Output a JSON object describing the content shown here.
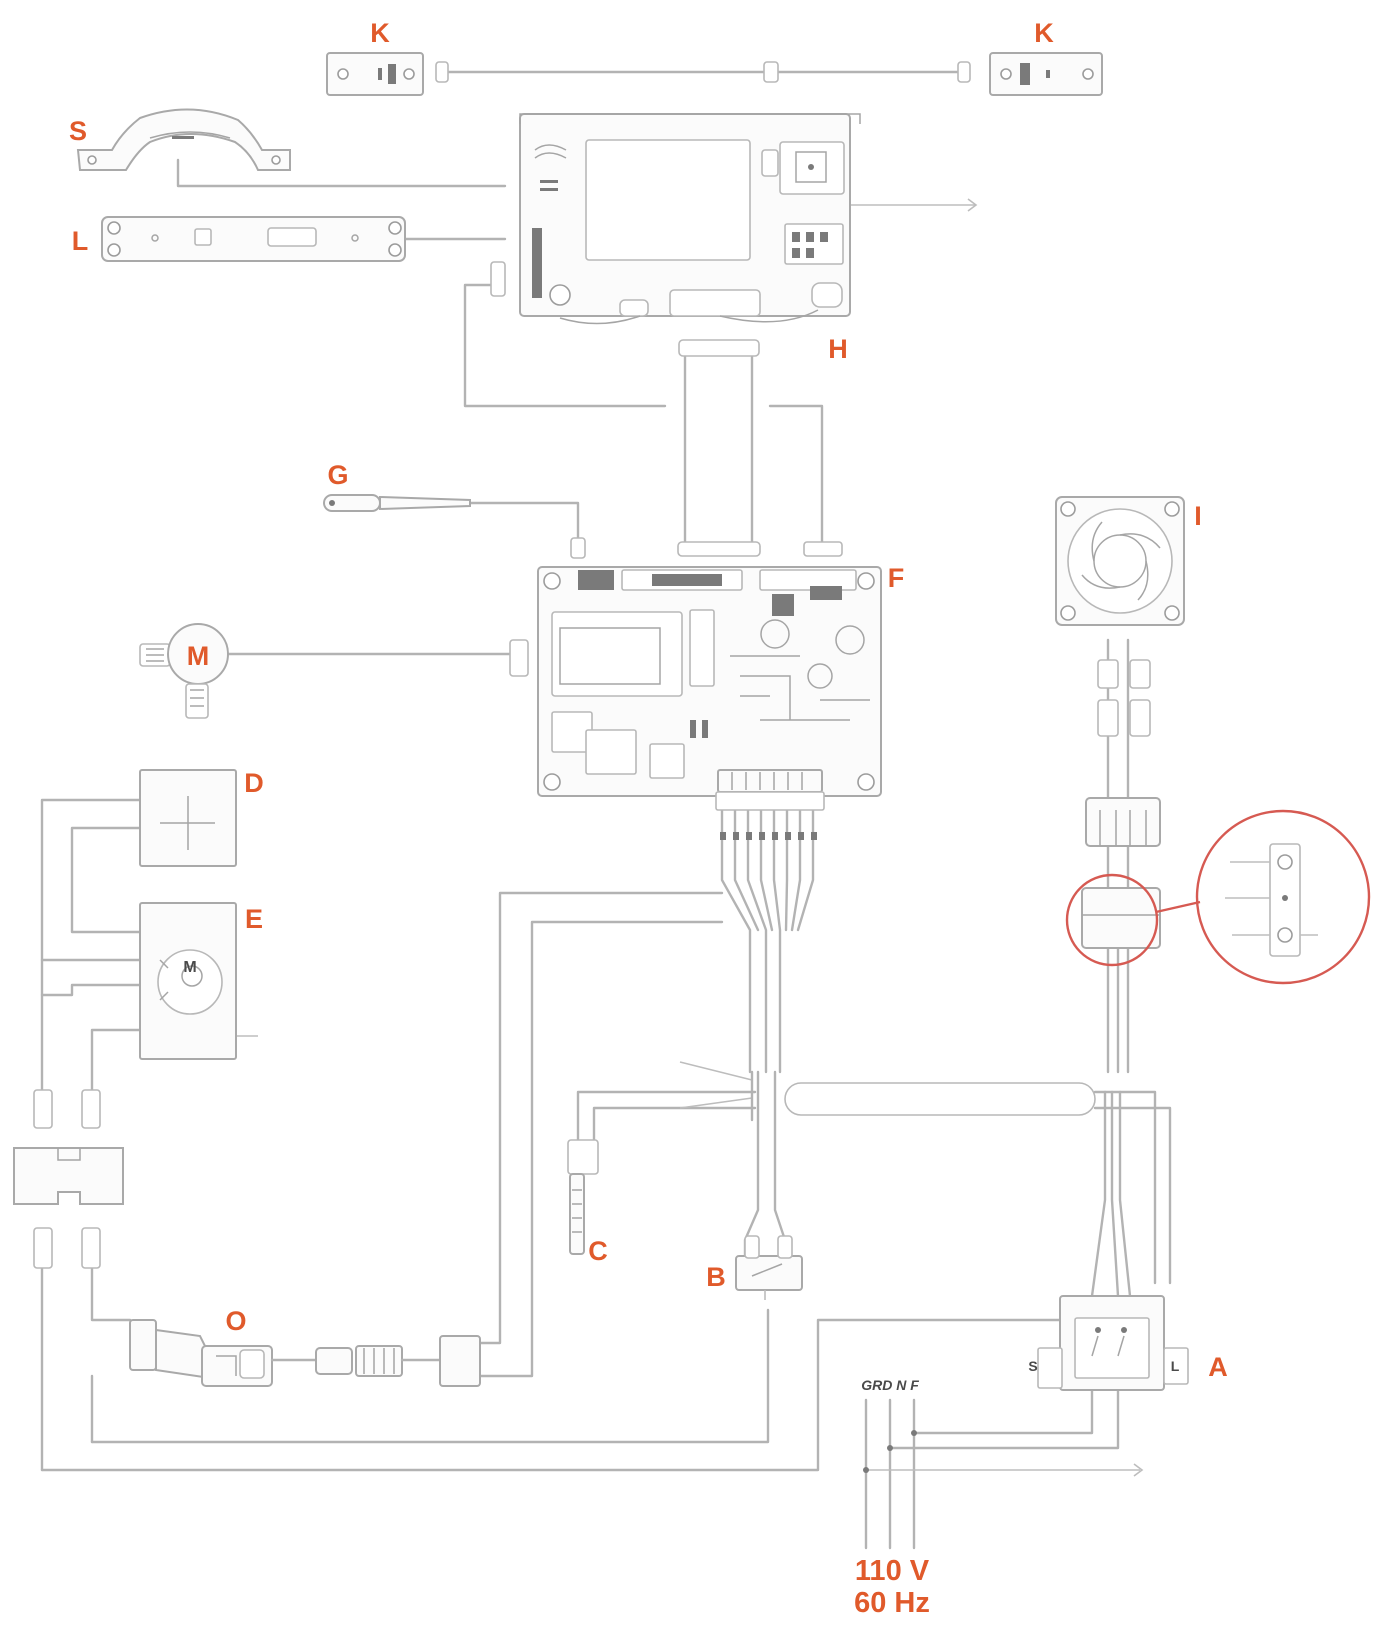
{
  "labels": {
    "k_left": "K",
    "k_right": "K",
    "s": "S",
    "l": "L",
    "h": "H",
    "g": "G",
    "i": "I",
    "f": "F",
    "m": "M",
    "d": "D",
    "e": "E",
    "c": "C",
    "b": "B",
    "o": "O",
    "a": "A"
  },
  "motor_marks": {
    "pump_motor": "M",
    "gear_motor": "M"
  },
  "mains": {
    "terminals": "GRD N F",
    "voltage": "110 V",
    "frequency": "60 Hz"
  },
  "colors": {
    "label": "#e05a2b",
    "callout": "#d65a52",
    "wire": "#b3b3b3"
  }
}
